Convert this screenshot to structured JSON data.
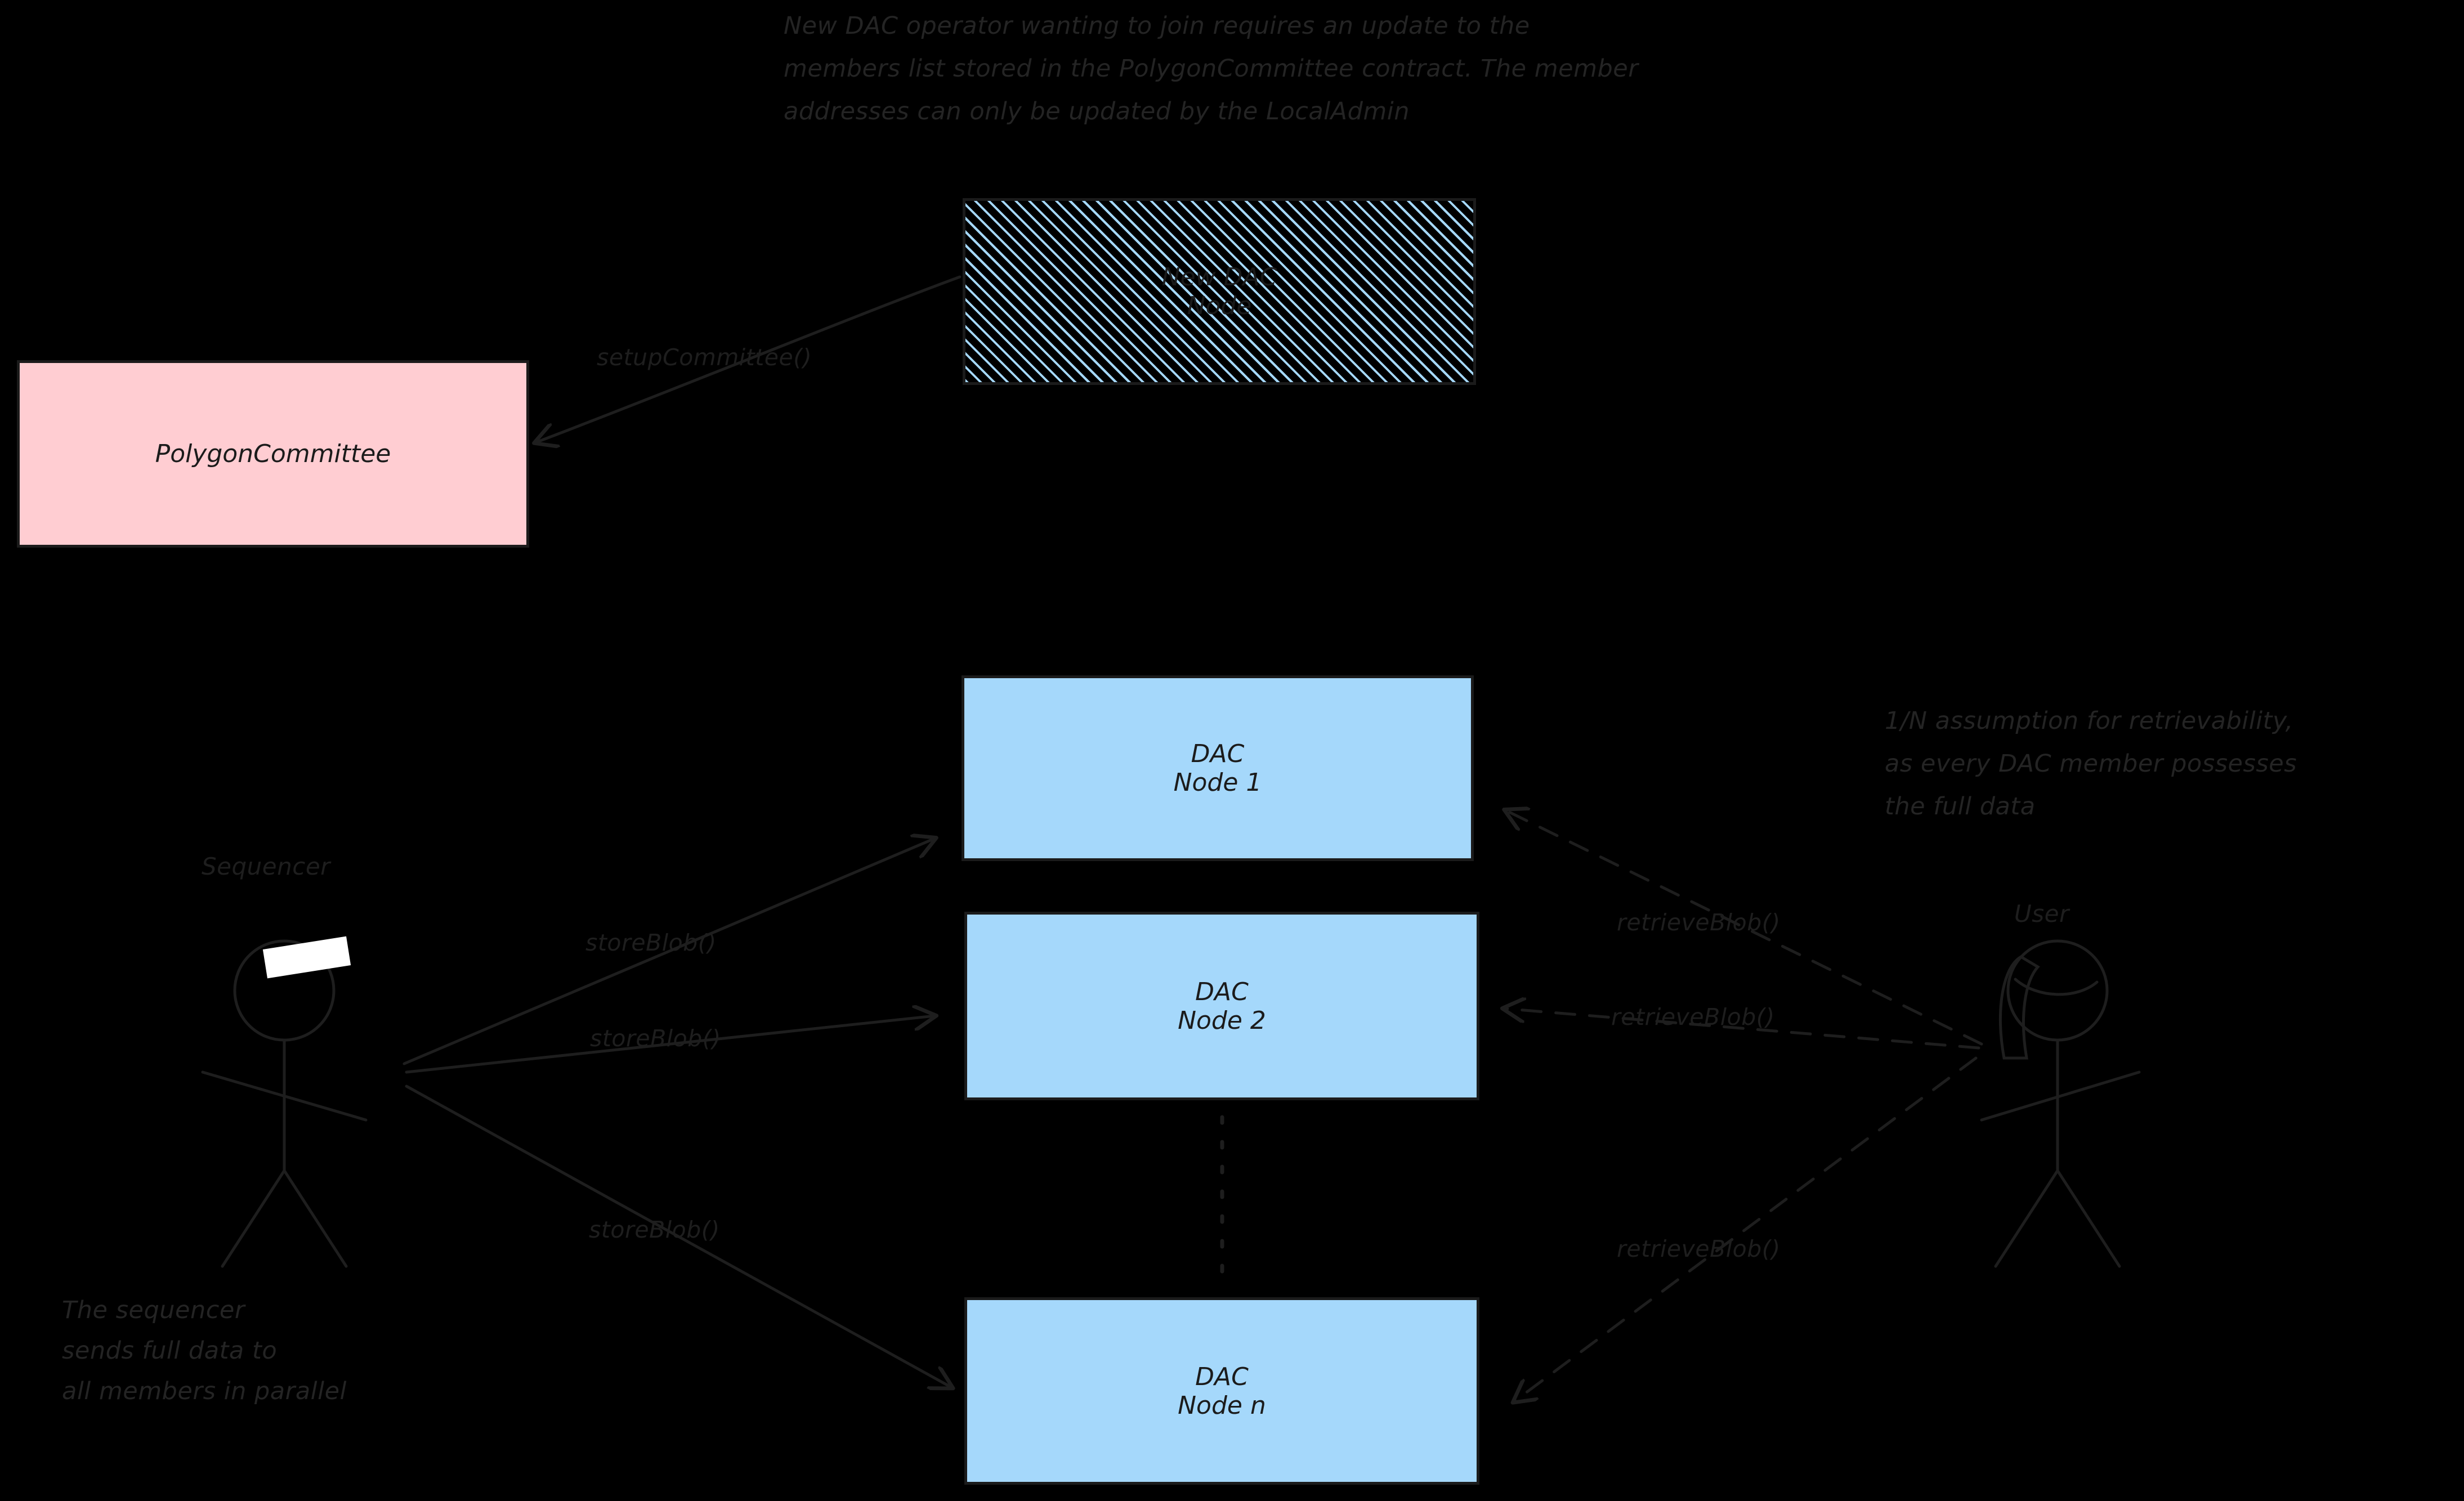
{
  "diagram": {
    "background_color": "#000000",
    "ink_color": "#1e1e1e",
    "accent_blue": "#a5d8fb",
    "accent_pink": "#ffcdd2"
  },
  "notes": {
    "top": {
      "line1": "New DAC operator wanting to join requires an update to the",
      "line2": "members list stored in the PolygonCommittee contract. The member",
      "line3": "addresses can only be updated by the LocalAdmin"
    },
    "right": {
      "line1": "1/N assumption for retrievability,",
      "line2": "as every DAC member possesses",
      "line3": "the full data"
    },
    "bottom_left": {
      "line1": "The sequencer",
      "line2": "sends full data to",
      "line3": "all members in parallel"
    }
  },
  "boxes": {
    "new_dac_node": {
      "line1": "New DAC",
      "line2": "Node",
      "fill": "hatched"
    },
    "polygon_committee": {
      "label": "PolygonCommittee",
      "fill": "#ffcdd2"
    },
    "dac_node_1": {
      "line1": "DAC",
      "line2": "Node 1",
      "fill": "#a5d8fb"
    },
    "dac_node_2": {
      "line1": "DAC",
      "line2": "Node 2",
      "fill": "#a5d8fb"
    },
    "dac_node_n": {
      "line1": "DAC",
      "line2": "Node n",
      "fill": "#a5d8fb"
    }
  },
  "actors": {
    "sequencer": {
      "label": "Sequencer"
    },
    "user": {
      "label": "User"
    }
  },
  "edges": {
    "setup_committee": "setupCommittee()",
    "store_blob_1": "storeBlob()",
    "store_blob_2": "storeBlob()",
    "store_blob_n": "storeBlob()",
    "retrieve_blob_1": "retrieveBlob()",
    "retrieve_blob_2": "retrieveBlob()",
    "retrieve_blob_n": "retrieveBlob()"
  }
}
